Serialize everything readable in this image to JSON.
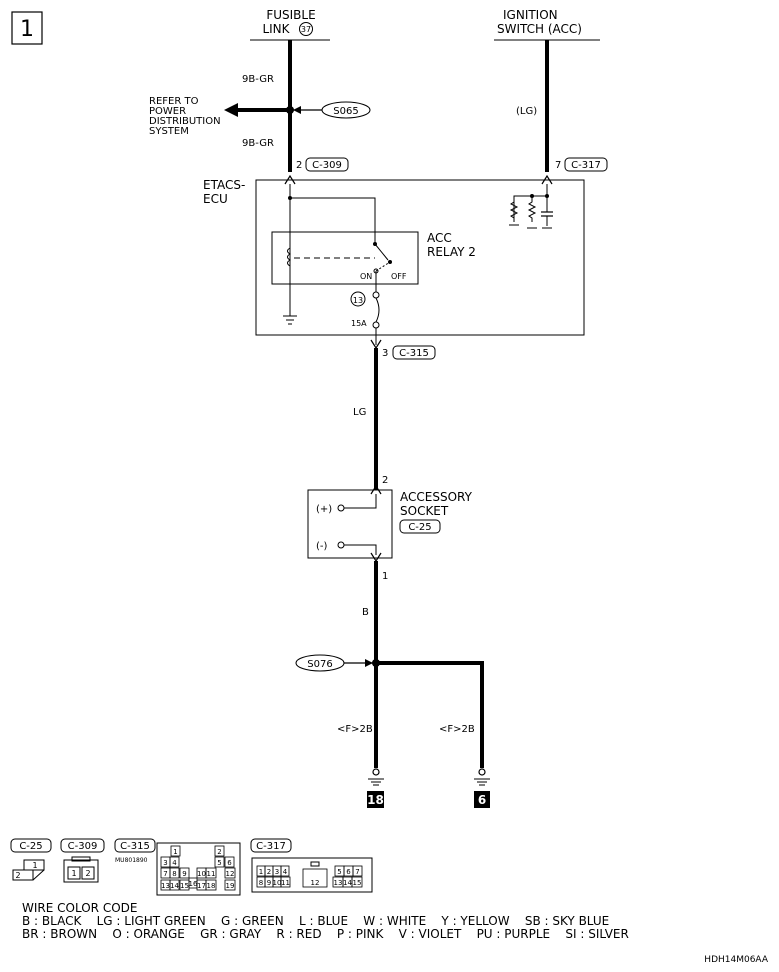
{
  "page_label": "1",
  "sources": {
    "fusible_link": [
      "FUSIBLE",
      "LINK"
    ],
    "fusible_link_number": "37",
    "ignition_switch": [
      "IGNITION",
      "SWITCH (ACC)"
    ]
  },
  "wires": {
    "top_upper": "9B-GR",
    "top_lower": "9B-GR",
    "ignition": "(LG)",
    "etacs_to_socket": "LG",
    "socket_to_ground": "B",
    "ground_left": "<F>2B",
    "ground_right": "<F>2B"
  },
  "splices": {
    "upper": "S065",
    "lower": "S076"
  },
  "refer_to": [
    "REFER TO",
    "POWER",
    "DISTRIBUTION",
    "SYSTEM"
  ],
  "etacs": {
    "label": [
      "ETACS-",
      "ECU"
    ],
    "pin_in_1": "2",
    "conn_in_1": "C-309",
    "pin_in_2": "7",
    "conn_in_2": "C-317",
    "pin_out": "3",
    "conn_out": "C-315",
    "relay_label": [
      "ACC",
      "RELAY 2"
    ],
    "relay_on": "ON",
    "relay_off": "OFF",
    "fuse_number": "13",
    "fuse_rating": "15A"
  },
  "socket": {
    "label": [
      "ACCESSORY",
      "SOCKET"
    ],
    "connector": "C-25",
    "pin_in": "2",
    "pin_out": "1",
    "plus": "(+)",
    "minus": "(-)"
  },
  "grounds": {
    "left": "18",
    "right": "6"
  },
  "connectors": {
    "c25": {
      "name": "C-25",
      "pins": [
        "1",
        "2"
      ]
    },
    "c309": {
      "name": "C-309",
      "pins": [
        "1",
        "2"
      ]
    },
    "c315": {
      "name": "C-315",
      "part_no": "MU801890",
      "pins": [
        "1",
        "2",
        "3",
        "4",
        "5",
        "6",
        "7",
        "8",
        "9",
        "10",
        "11",
        "12",
        "13",
        "14",
        "15",
        "16",
        "17",
        "18",
        "19"
      ]
    },
    "c317": {
      "name": "C-317",
      "pins": [
        "1",
        "2",
        "3",
        "4",
        "5",
        "6",
        "7",
        "8",
        "9",
        "10",
        "11",
        "12",
        "13",
        "14",
        "15"
      ]
    }
  },
  "color_code": {
    "title": "WIRE COLOR CODE",
    "line1": "B : BLACK    LG : LIGHT GREEN    G : GREEN    L : BLUE    W : WHITE    Y : YELLOW    SB : SKY BLUE",
    "line2": "BR : BROWN    O : ORANGE    GR : GRAY    R : RED    P : PINK    V : VIOLET    PU : PURPLE    SI : SILVER"
  },
  "doc_code": "HDH14M06AA"
}
